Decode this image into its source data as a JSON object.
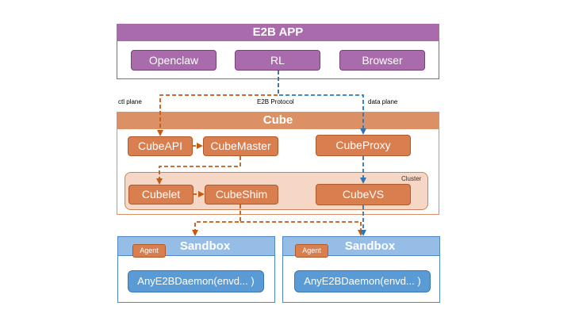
{
  "app": {
    "title": "E2B APP",
    "buttons": [
      "Openclaw",
      "RL",
      "Browser"
    ]
  },
  "labels": {
    "ctl_plane": "ctl plane",
    "protocol": "E2B Protocol",
    "data_plane": "data plane"
  },
  "cube": {
    "title": "Cube",
    "api": "CubeAPI",
    "master": "CubeMaster",
    "proxy": "CubeProxy",
    "cluster_label": "Cluster",
    "cubelet": "Cubelet",
    "shim": "CubeShim",
    "vs": "CubeVS"
  },
  "sandboxes": [
    {
      "title": "Sandbox",
      "agent": "Agent",
      "daemon": "AnyE2BDaemon(envd... )"
    },
    {
      "title": "Sandbox",
      "agent": "Agent",
      "daemon": "AnyE2BDaemon(envd... )"
    }
  ],
  "colors": {
    "app": "#a96bab",
    "cube": "#dc9066",
    "cube_node": "#d97e4e",
    "cluster_bg": "#f6d6c5",
    "sandbox_header": "#95bde6",
    "daemon": "#5a9bd5",
    "ctl_arrow": "#c55a11",
    "data_arrow": "#2e75b6"
  }
}
